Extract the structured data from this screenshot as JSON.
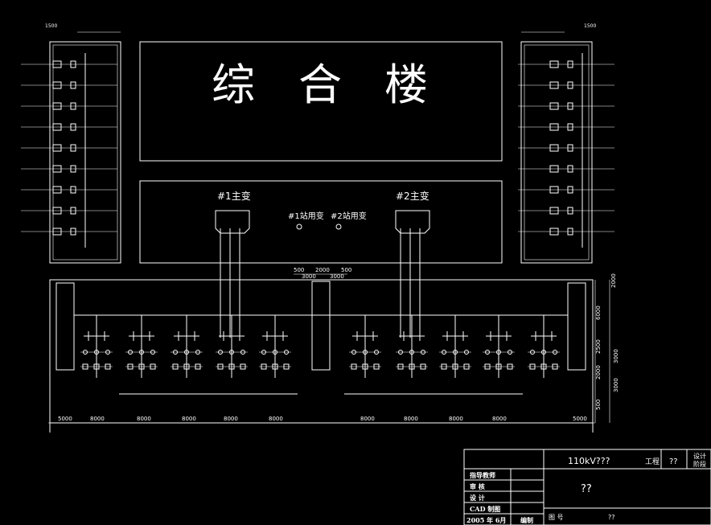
{
  "building": {
    "title_chars": [
      "综",
      "合",
      "楼"
    ]
  },
  "transformers": {
    "main_1": "#1主变",
    "main_2": "#2主变",
    "station_1": "#1站用变",
    "station_2": "#2站用变"
  },
  "dimensions": {
    "top_left": "1500",
    "top_right": "1500",
    "center_top": [
      "500",
      "2000",
      "500"
    ],
    "center_mid": [
      "3000",
      "3000"
    ],
    "right_side": [
      "2000",
      "6000",
      "2500",
      "3000",
      "2000",
      "3000",
      "500"
    ],
    "bottom": [
      "5000",
      "8000",
      "8000",
      "8000",
      "8000",
      "8000",
      "8000",
      "8000",
      "8000",
      "8000",
      "5000"
    ]
  },
  "title_block": {
    "project": "110kV???",
    "project_label": "工程",
    "project_value": "??",
    "stage_label": "设计",
    "stage_sub": "阶段",
    "drawing_name": "??",
    "drawing_no_label": "图  号",
    "drawing_no": "??",
    "rows": [
      "指导教师",
      "审  核",
      "设  计",
      "CAD 制图"
    ],
    "date_text": "2005 年 6月",
    "drawn_label": "编制"
  }
}
